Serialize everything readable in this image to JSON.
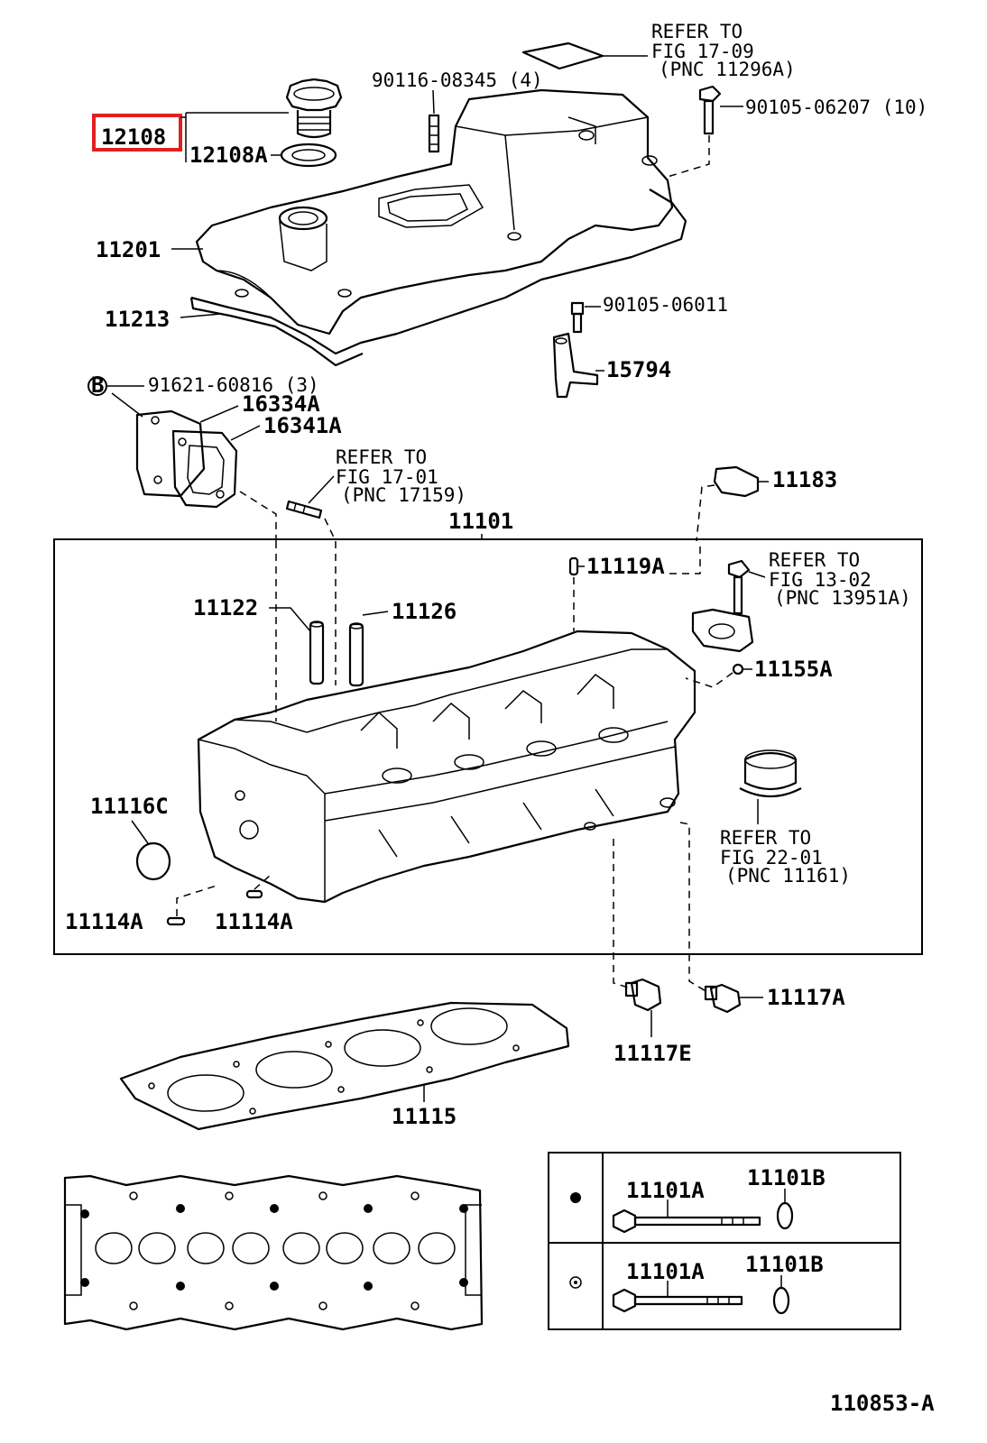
{
  "diagram": {
    "highlight_color": "#e02020",
    "labels": {
      "p12108": "12108",
      "p12108a": "12108A",
      "p11201": "11201",
      "p11213": "11213",
      "p90116": "90116-08345 (4)",
      "p90105_06207": "90105-06207 (10)",
      "p90105_06011": "90105-06011",
      "p15794": "15794",
      "p91621": "91621-60816 (3)",
      "p16334a": "16334A",
      "p16341a": "16341A",
      "p11183": "11183",
      "p11101": "11101",
      "p11119a": "11119A",
      "p11122": "11122",
      "p11126": "11126",
      "p11155a": "11155A",
      "p11116c": "11116C",
      "p11114a_l": "11114A",
      "p11114a_r": "11114A",
      "p11117e": "11117E",
      "p11117a": "11117A",
      "p11115": "11115",
      "b_marker": "B"
    },
    "refs": {
      "r1709": [
        "REFER TO",
        "FIG 17-09",
        "(PNC 11296A)"
      ],
      "r1701": [
        "REFER TO",
        "FIG 17-01",
        "(PNC 17159)"
      ],
      "r1302": [
        "REFER TO",
        "FIG 13-02",
        "(PNC 13951A)"
      ],
      "r2201": [
        "REFER TO",
        "FIG 22-01",
        "(PNC 11161)"
      ]
    },
    "bolt_table": {
      "row1": {
        "bolt": "11101A",
        "washer": "11101B"
      },
      "row2": {
        "bolt": "11101A",
        "washer": "11101B"
      }
    },
    "figure_id": "110853-A"
  }
}
